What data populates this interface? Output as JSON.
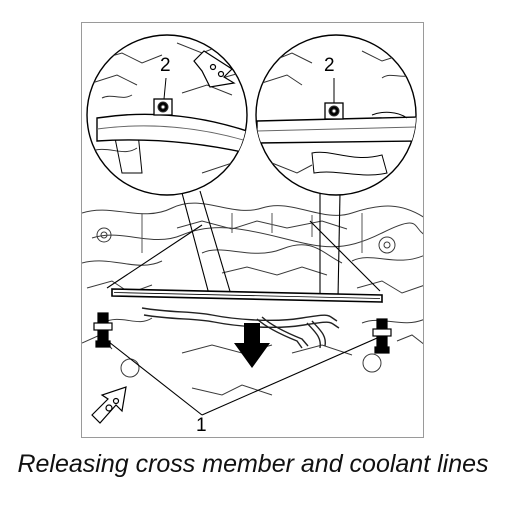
{
  "figure": {
    "callouts": {
      "left_detail_number": "2",
      "right_detail_number": "2",
      "cross_member_number": "1"
    },
    "icons": {
      "detail_view_marker": "view-direction-arrow-icon",
      "main_view_marker": "view-direction-arrow-icon"
    },
    "caption": "Releasing cross member and coolant lines"
  }
}
